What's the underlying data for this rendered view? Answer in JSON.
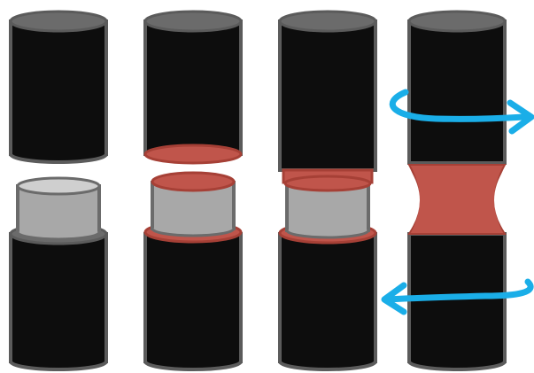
{
  "diagram": {
    "steps": [
      {
        "name": "step-1-separated"
      },
      {
        "name": "step-2-adhesive-applied"
      },
      {
        "name": "step-3-joined"
      },
      {
        "name": "step-4-twisted"
      }
    ],
    "colors": {
      "body": "#0d0d0d",
      "rim": "#5b5b5b",
      "cap_top": "#6b6b6b",
      "plug": "#a8a8a8",
      "plug_top": "#cfcfcf",
      "adhesive": "#c0554b",
      "adhesive_dark": "#a64036",
      "arrow": "#1aaee8",
      "background": "#ffffff"
    },
    "icons": {
      "rotation_arrow_top": "rotate-right-arrow-icon",
      "rotation_arrow_bottom": "rotate-left-arrow-icon"
    }
  }
}
